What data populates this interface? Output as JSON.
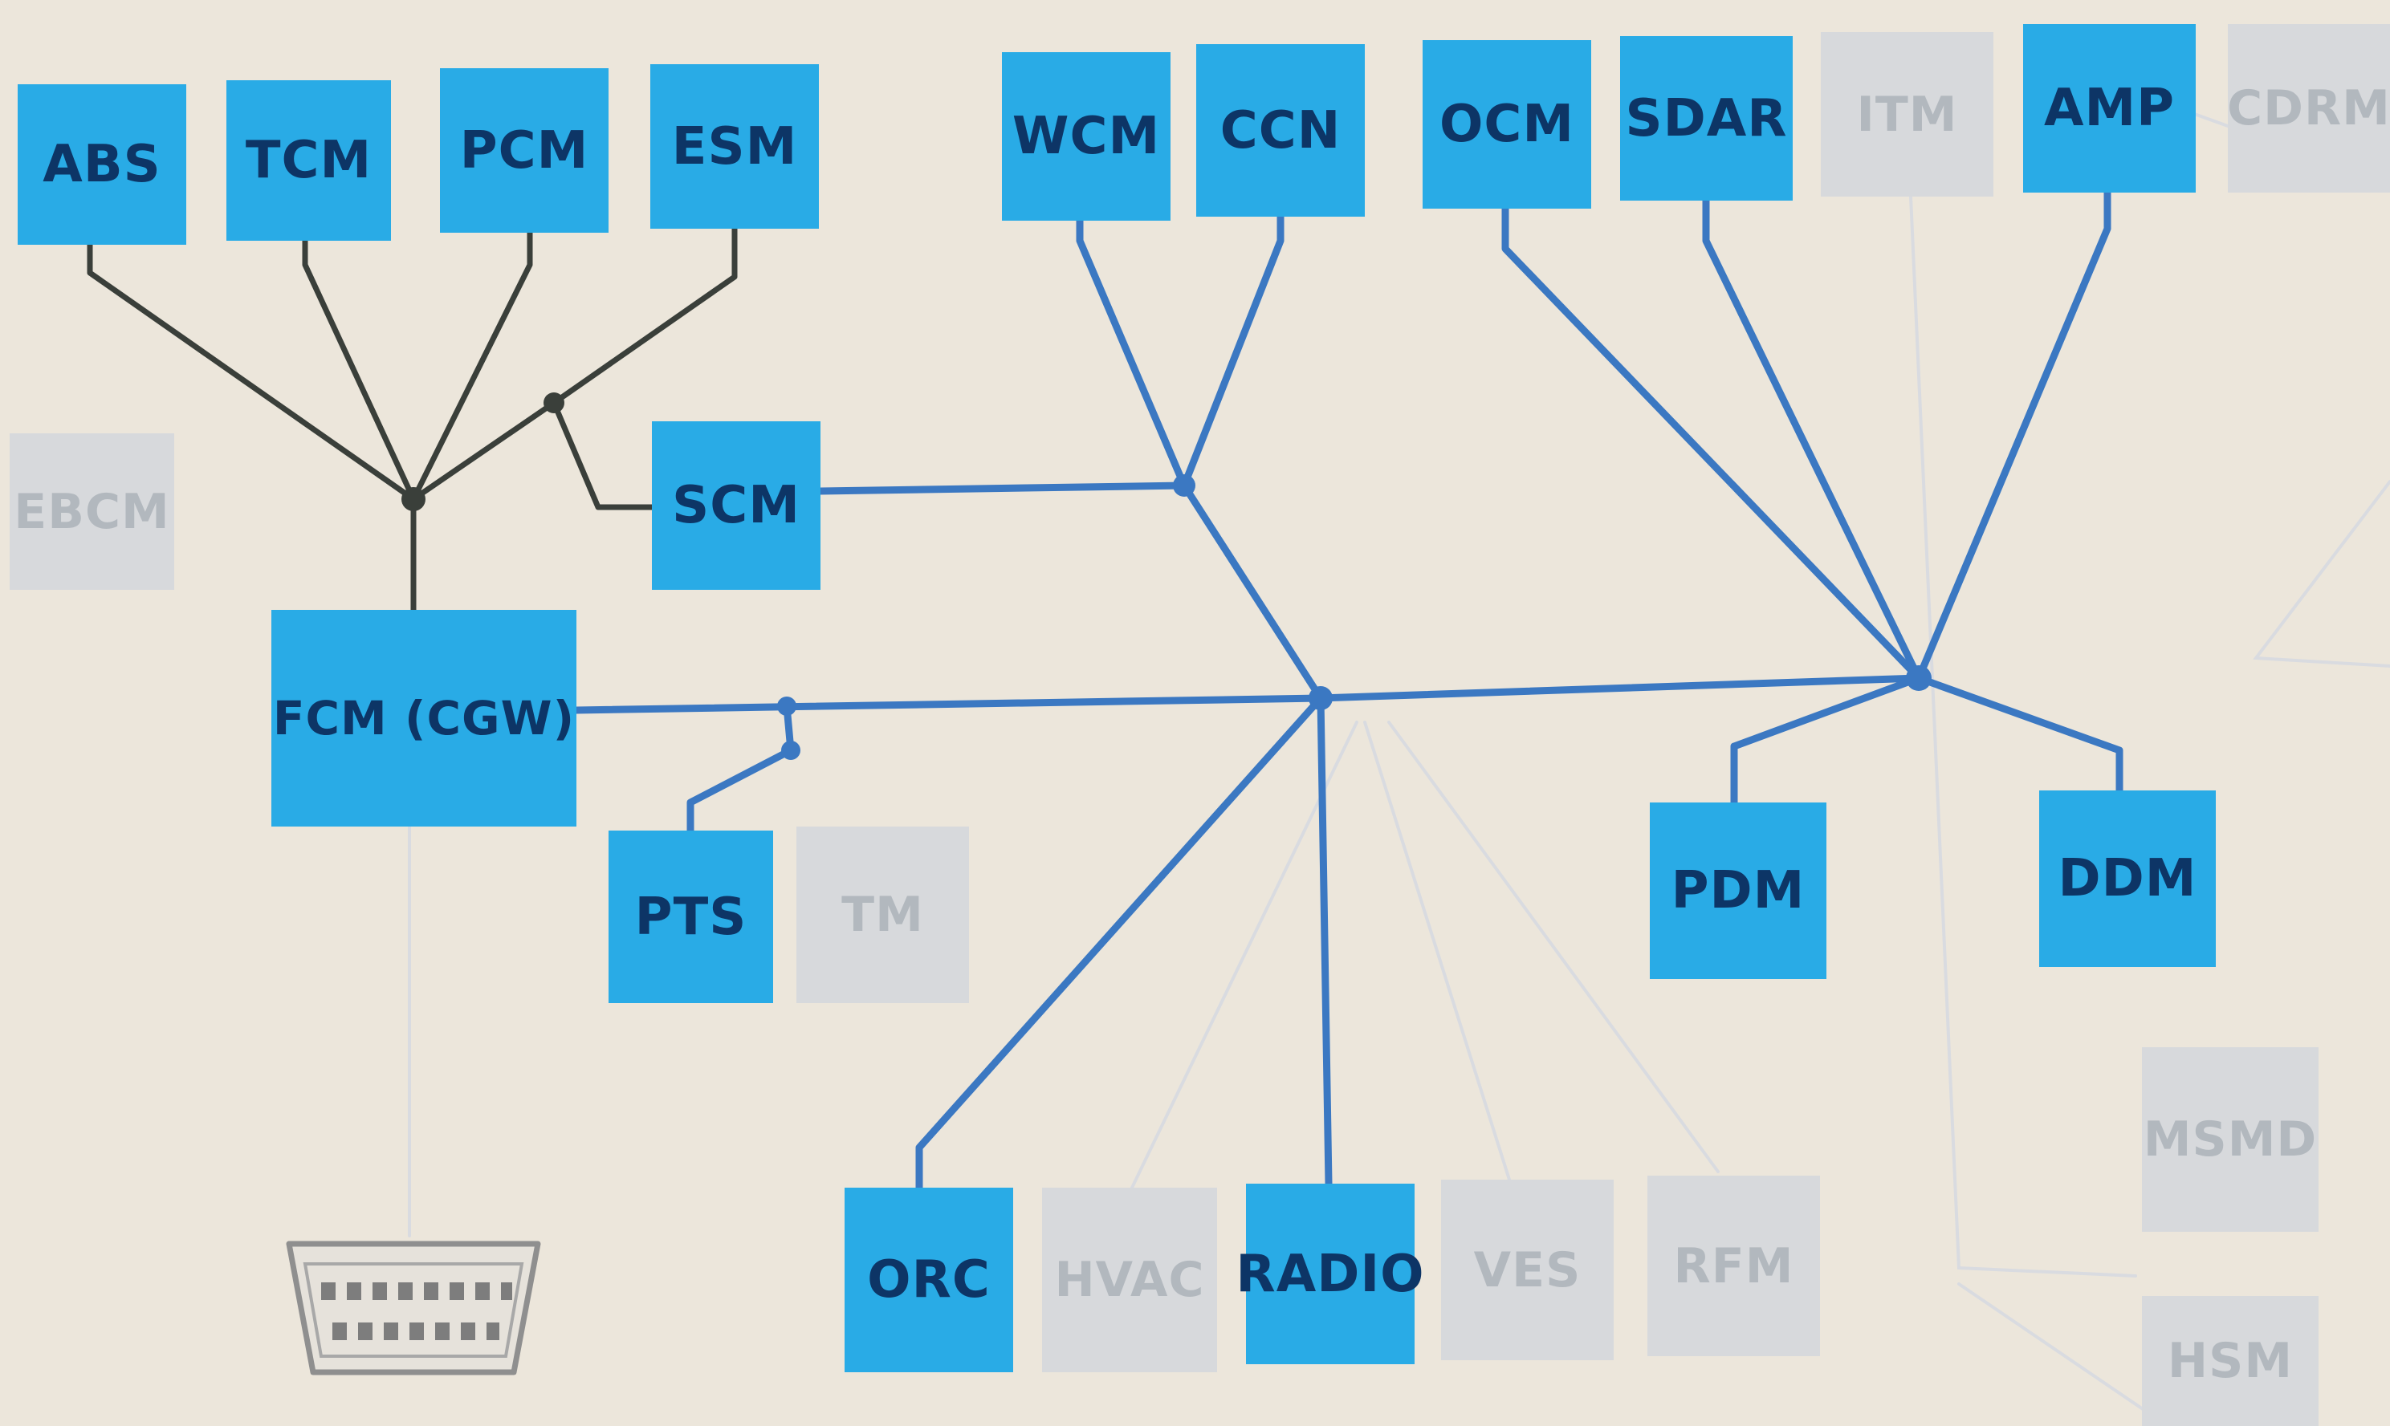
{
  "diagram": {
    "colors": {
      "background": "#ece6db",
      "active_module": "#29abe6",
      "active_text": "#0d3566",
      "inactive_module": "#d7d9dc",
      "inactive_text": "#b2b8be",
      "bus_line": "#3b78c2",
      "dark_bus_line": "#3a3f3a",
      "faint_line": "#d9dbe0"
    },
    "modules": {
      "abs": {
        "label": "ABS",
        "active": true
      },
      "tcm": {
        "label": "TCM",
        "active": true
      },
      "pcm": {
        "label": "PCM",
        "active": true
      },
      "esm": {
        "label": "ESM",
        "active": true
      },
      "wcm": {
        "label": "WCM",
        "active": true
      },
      "ccn": {
        "label": "CCN",
        "active": true
      },
      "ocm": {
        "label": "OCM",
        "active": true
      },
      "sdar": {
        "label": "SDAR",
        "active": true
      },
      "itm": {
        "label": "ITM",
        "active": false
      },
      "amp": {
        "label": "AMP",
        "active": true
      },
      "cdrm": {
        "label": "CDRM",
        "active": false
      },
      "ebcm": {
        "label": "EBCM",
        "active": false
      },
      "scm": {
        "label": "SCM",
        "active": true
      },
      "fcm": {
        "label": "FCM (CGW)",
        "active": true
      },
      "pts": {
        "label": "PTS",
        "active": true
      },
      "tm": {
        "label": "TM",
        "active": false
      },
      "pdm": {
        "label": "PDM",
        "active": true
      },
      "ddm": {
        "label": "DDM",
        "active": true
      },
      "orc": {
        "label": "ORC",
        "active": true
      },
      "hvac": {
        "label": "HVAC",
        "active": false
      },
      "radio": {
        "label": "RADIO",
        "active": true
      },
      "ves": {
        "label": "VES",
        "active": false
      },
      "rfm": {
        "label": "RFM",
        "active": false
      },
      "msmd": {
        "label": "MSMD",
        "active": false
      },
      "hsm": {
        "label": "HSM",
        "active": false
      }
    },
    "icons": {
      "diagnostic_connector": "obd-connector-icon"
    }
  }
}
